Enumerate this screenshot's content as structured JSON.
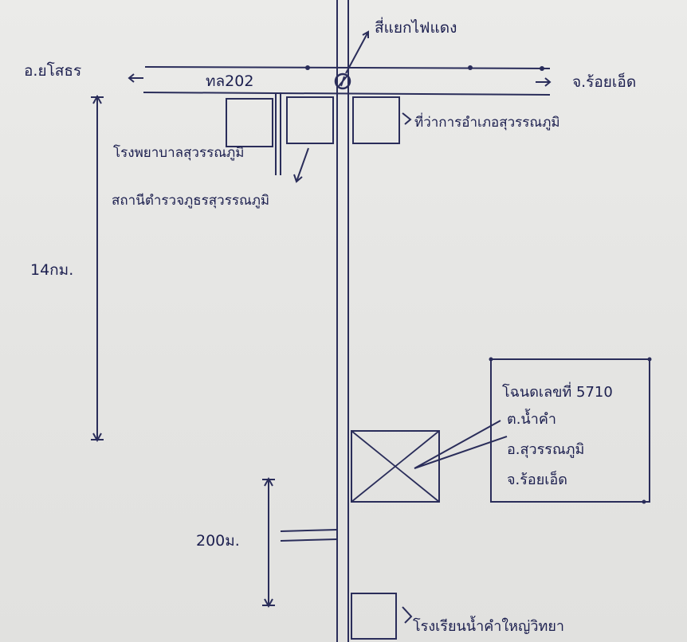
{
  "labels": {
    "traffic_light": "สี่แยกไฟแดง",
    "left_direction": "อ.ยโสธร",
    "right_direction": "จ.ร้อยเอ็ด",
    "route": "ทล202",
    "school": "โรงพยาบาลสุวรรณภูมิ",
    "police": "สถานีตำรวจภูธรสุวรรณภูมิ",
    "district_office": "ที่ว่าการอำเภอสุวรรณภูมิ",
    "distance_long": "14กม.",
    "distance_short": "200ม.",
    "bottom_school": "โรงเรียนน้ำคำใหญ่วิทยา"
  },
  "land_info": {
    "deed": "โฉนดเลขที่ 5710",
    "subdistrict": "ต.น้ำคำ",
    "district": "อ.สุวรรณภูมิ",
    "province": "จ.ร้อยเอ็ด"
  },
  "colors": {
    "ink": "#1c1f4f",
    "paper": "#e7e7e5"
  }
}
